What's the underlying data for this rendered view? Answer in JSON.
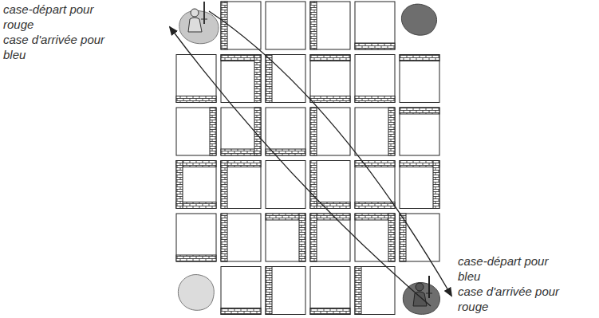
{
  "diagram": {
    "labels": [
      "case-départ pour rouge",
      "case d'arrivée pour bleu",
      "case-départ pour bleu",
      "case d'arrivée pour rouge"
    ]
  }
}
